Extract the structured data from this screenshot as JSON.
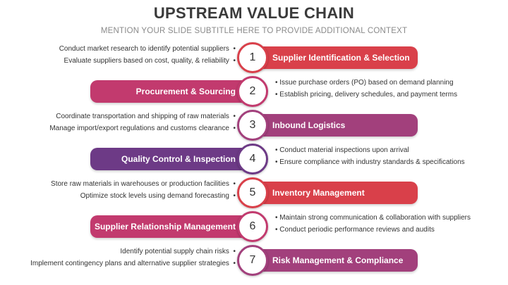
{
  "title": "UPSTREAM VALUE CHAIN",
  "subtitle": "MENTION YOUR SLIDE SUBTITLE HERE TO PROVIDE ADDITIONAL CONTEXT",
  "steps": [
    {
      "number": "1",
      "label": "Supplier Identification & Selection",
      "color": "#d9404a",
      "bullets": [
        "Conduct market research to identify potential suppliers",
        "Evaluate suppliers based on cost, quality, & reliability"
      ]
    },
    {
      "number": "2",
      "label": "Procurement & Sourcing",
      "color": "#c23a6e",
      "bullets": [
        "Issue purchase orders (PO) based on demand planning",
        "Establish pricing, delivery schedules, and payment terms"
      ]
    },
    {
      "number": "3",
      "label": "Inbound Logistics",
      "color": "#a2407c",
      "bullets": [
        "Coordinate transportation and shipping of raw materials",
        "Manage import/export regulations and customs clearance"
      ]
    },
    {
      "number": "4",
      "label": "Quality Control & Inspection",
      "color": "#6d3a86",
      "bullets": [
        "Conduct material inspections upon arrival",
        "Ensure compliance with industry standards & specifications"
      ]
    },
    {
      "number": "5",
      "label": "Inventory Management",
      "color": "#d9404a",
      "bullets": [
        "Store raw materials in warehouses or production facilities",
        "Optimize stock levels using demand forecasting"
      ]
    },
    {
      "number": "6",
      "label": "Supplier Relationship Management",
      "color": "#c23a6e",
      "bullets": [
        "Maintain strong communication & collaboration with suppliers",
        "Conduct periodic performance reviews and audits"
      ]
    },
    {
      "number": "7",
      "label": "Risk Management & Compliance",
      "color": "#a2407c",
      "bullets": [
        "Identify potential supply chain risks",
        "Implement contingency plans and alternative supplier strategies"
      ]
    }
  ]
}
